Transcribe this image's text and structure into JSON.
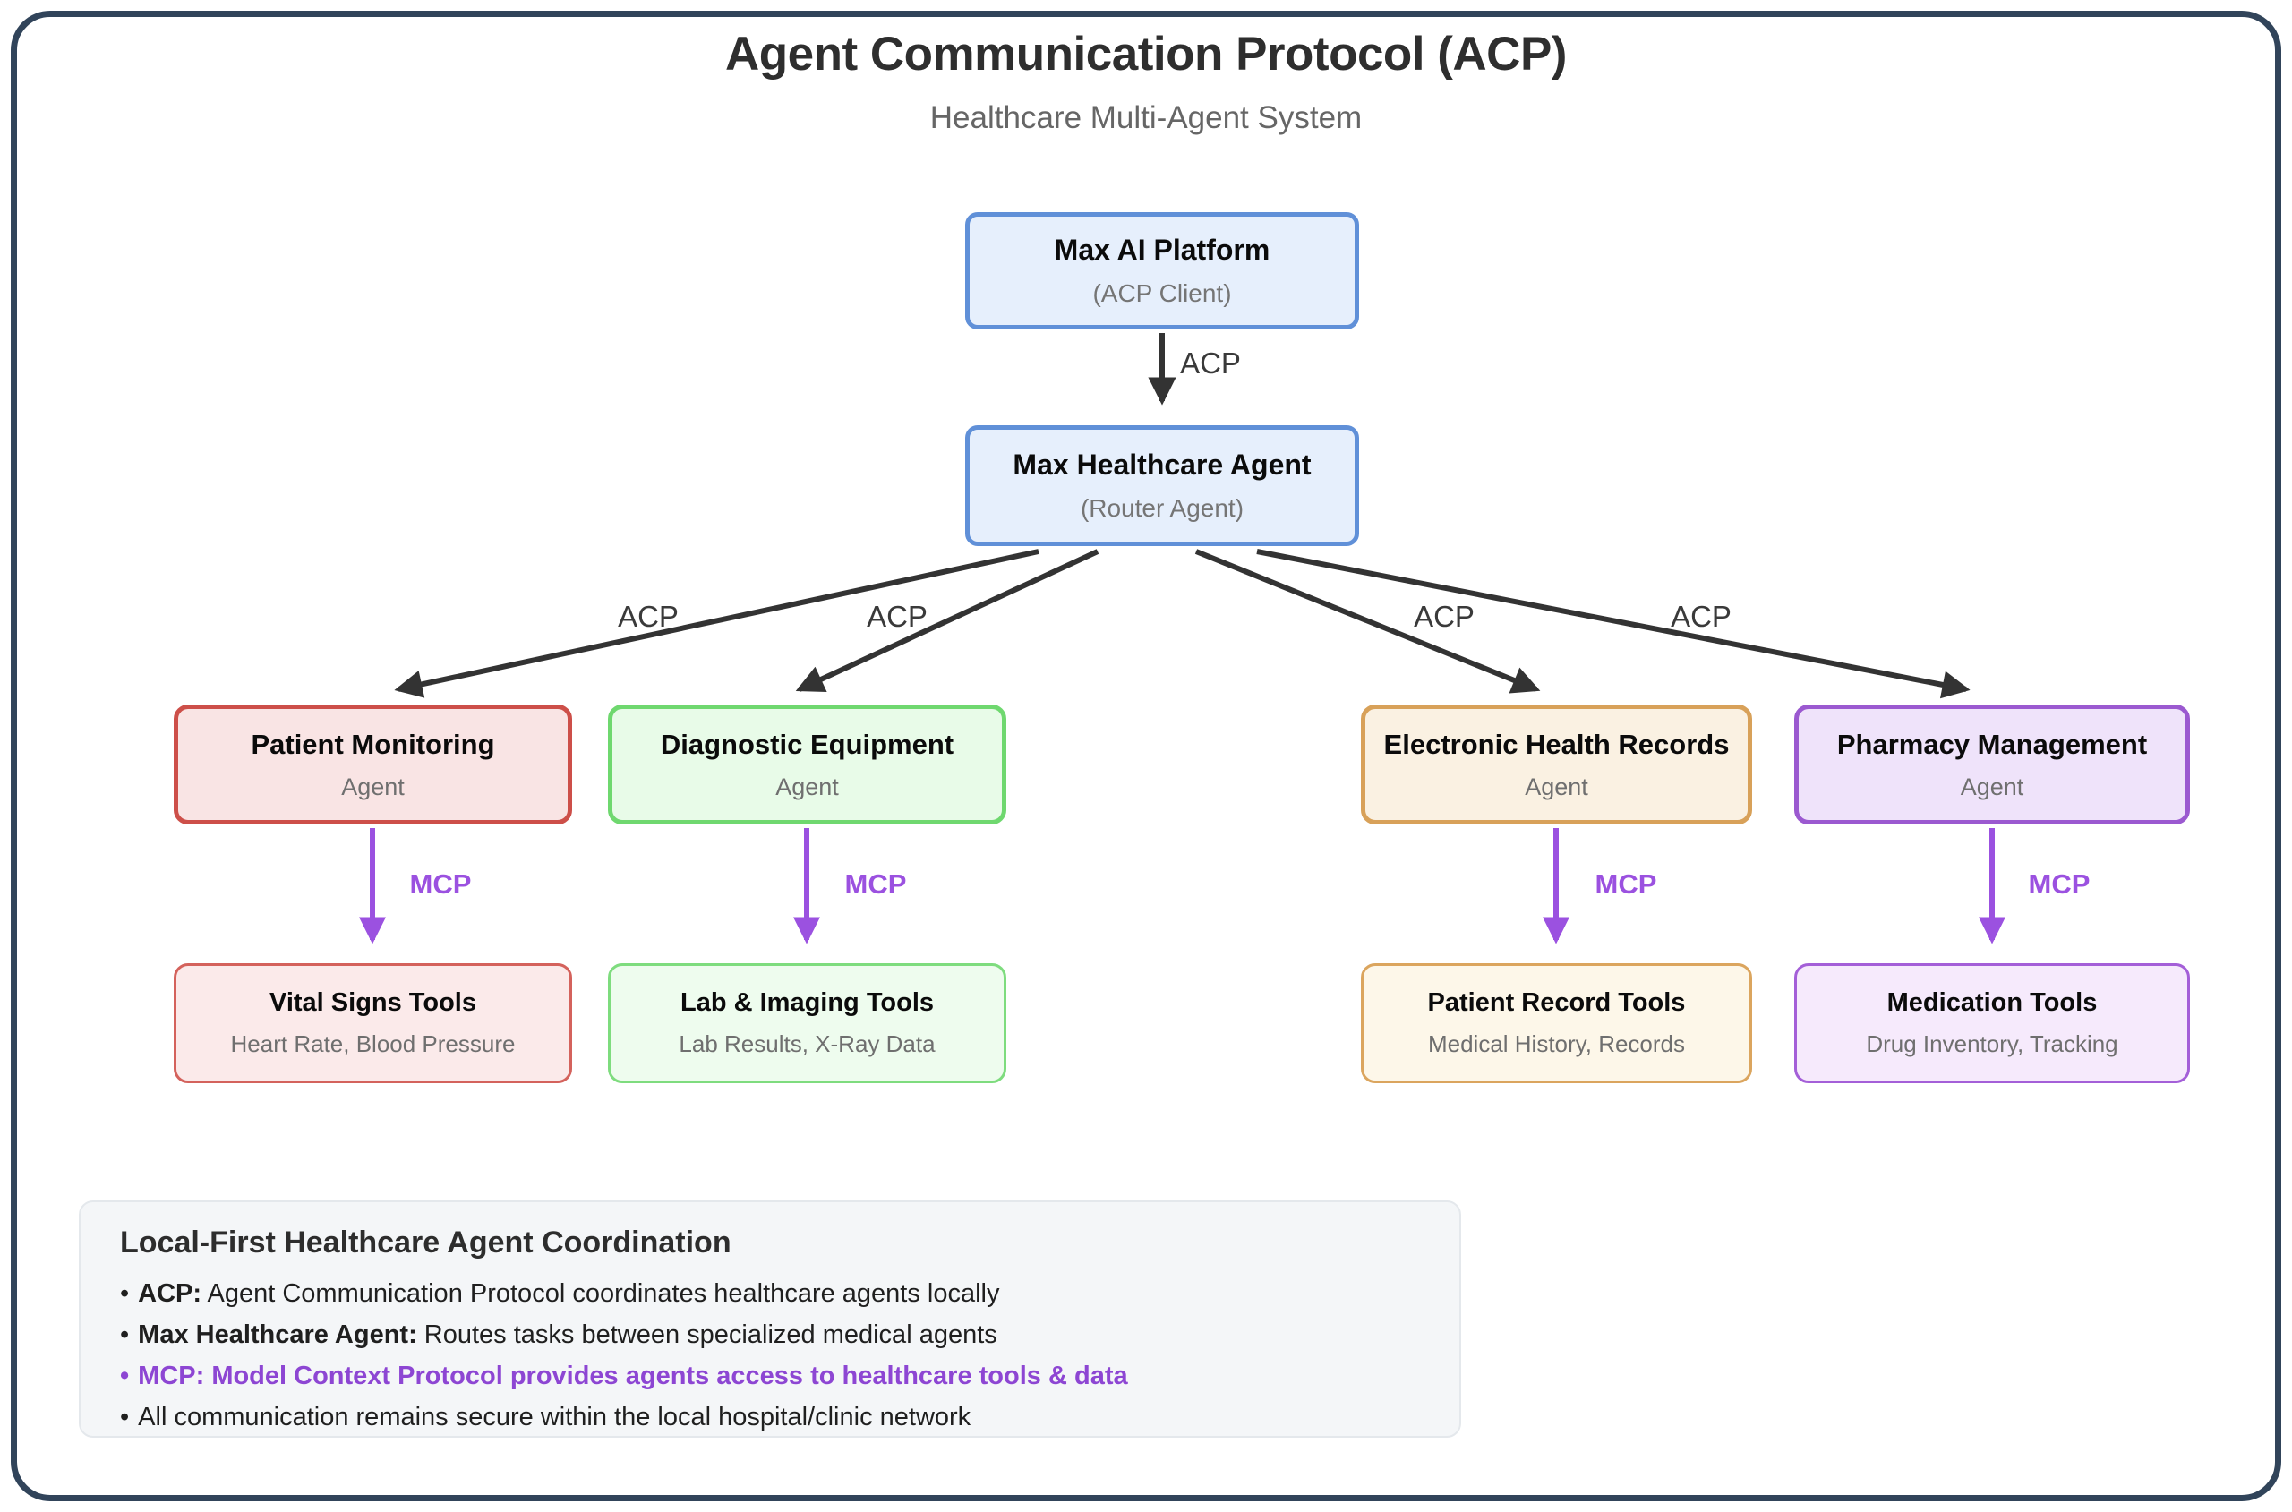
{
  "header": {
    "title": "Agent Communication Protocol (ACP)",
    "subtitle": "Healthcare Multi-Agent System"
  },
  "nodes": {
    "platform": {
      "title": "Max AI Platform",
      "subtitle": "(ACP Client)"
    },
    "router": {
      "title": "Max Healthcare Agent",
      "subtitle": "(Router Agent)"
    },
    "agents": [
      {
        "title": "Patient Monitoring",
        "subtitle": "Agent",
        "color": "red"
      },
      {
        "title": "Diagnostic Equipment",
        "subtitle": "Agent",
        "color": "green"
      },
      {
        "title": "Electronic Health Records",
        "subtitle": "Agent",
        "color": "orange"
      },
      {
        "title": "Pharmacy Management",
        "subtitle": "Agent",
        "color": "purple"
      }
    ],
    "tools": [
      {
        "title": "Vital Signs Tools",
        "subtitle": "Heart Rate, Blood Pressure",
        "color": "red"
      },
      {
        "title": "Lab & Imaging Tools",
        "subtitle": "Lab Results, X-Ray Data",
        "color": "green"
      },
      {
        "title": "Patient Record Tools",
        "subtitle": "Medical History, Records",
        "color": "orange"
      },
      {
        "title": "Medication Tools",
        "subtitle": "Drug Inventory, Tracking",
        "color": "purple"
      }
    ]
  },
  "edges": {
    "acp_label": "ACP",
    "mcp_label": "MCP"
  },
  "legend": {
    "title": "Local-First Healthcare Agent Coordination",
    "bullet": "•",
    "items": [
      {
        "bold": "ACP:",
        "text": " Agent Communication Protocol coordinates healthcare agents locally",
        "purple": false
      },
      {
        "bold": "Max Healthcare Agent:",
        "text": " Routes tasks between specialized medical agents",
        "purple": false
      },
      {
        "bold": "MCP: Model Context Protocol provides agents access to healthcare tools & data",
        "text": "",
        "purple": true
      },
      {
        "bold": "",
        "text": "All communication remains secure within the local hospital/clinic network",
        "purple": false
      }
    ]
  },
  "colors": {
    "frame_border": "#31445a",
    "arrow_dark": "#333333",
    "arrow_purple": "#9b51e0",
    "legend_purple": "#8d46d3",
    "blue_border": "#6090d8",
    "blue_fill": "#e6effc",
    "red_border": "#cd4f49",
    "red_fill": "#f9e4e4",
    "green_border": "#6fd86f",
    "green_fill": "#e8fbe8",
    "orange_border": "#d8a159",
    "orange_fill": "#faf1e2",
    "purple_border": "#9b59d0",
    "purple_fill": "#efe3fa"
  }
}
